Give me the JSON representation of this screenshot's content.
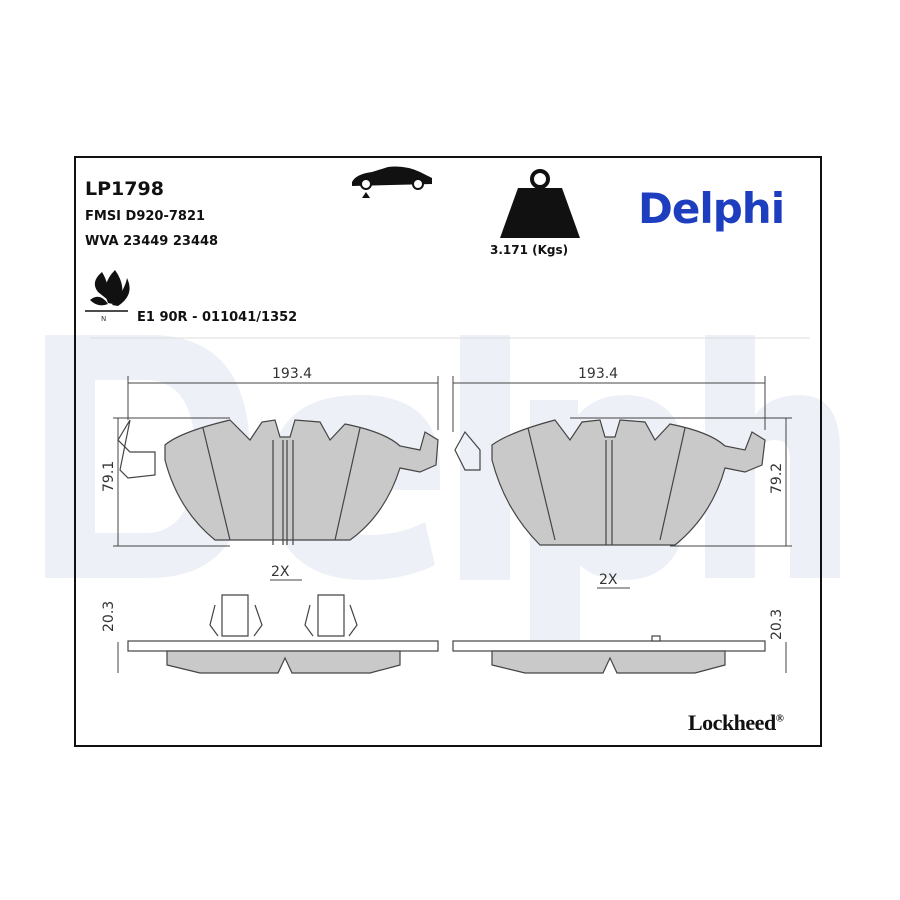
{
  "part_number": "LP1798",
  "fmsi": "FMSI D920-7821",
  "wva": "WVA 23449 23448",
  "approval": "E1 90R - 011041/1352",
  "weight": "3.171 (Kgs)",
  "brand": "Delphi",
  "watermark": "Delphi",
  "sub_brand": "Lockheed",
  "sub_brand_mark": "®",
  "eco_mark": "N",
  "dimensions": {
    "left_width": "193.4",
    "right_width": "193.4",
    "left_height": "79.1",
    "right_height": "79.2",
    "left_thickness": "20.3",
    "right_thickness": "20.3",
    "left_qty": "2X",
    "right_qty": "2X"
  },
  "colors": {
    "brand": "#1d3fbf",
    "pad_fill": "#c9c9c9",
    "watermark": "#edf1f7"
  }
}
